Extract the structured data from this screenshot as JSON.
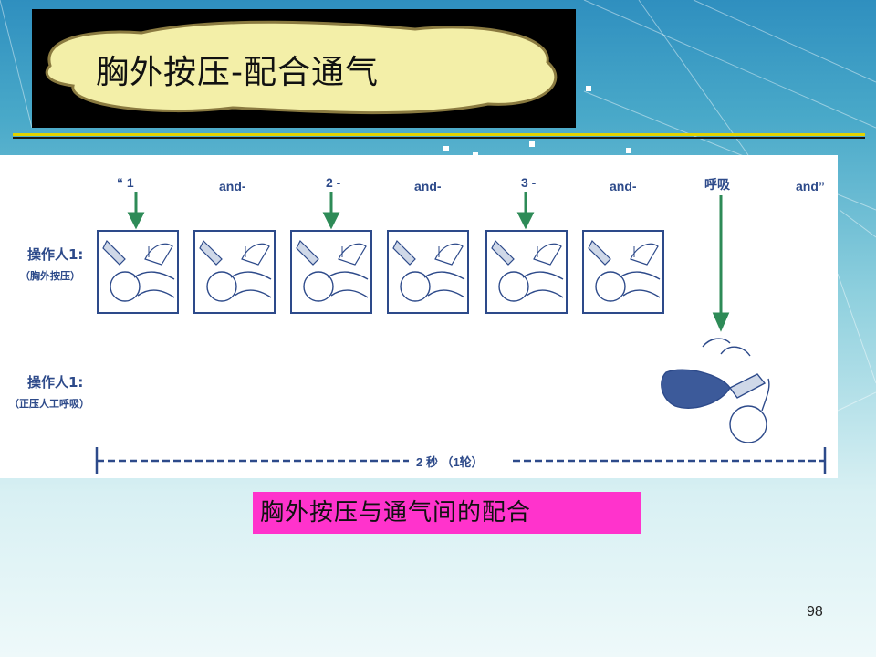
{
  "slide": {
    "title": "胸外按压-配合通气",
    "caption": "胸外按压与通气间的配合",
    "page_number": "98"
  },
  "diagram": {
    "counts": [
      "“ 1",
      "and-",
      "2 -",
      "and-",
      "3 -",
      "and-",
      "呼吸",
      "and”"
    ],
    "operator1_label": "操作人1:",
    "operator1_sub": "（胸外按压）",
    "operator2_label": "操作人1:",
    "operator2_sub": "（正压人工呼吸）",
    "timeline_label": "2 秒 （1轮）"
  },
  "colors": {
    "title_box": "#000000",
    "title_ellipse": "#f3efa8",
    "rule_accent": "#e2d200",
    "caption_bg": "#ff33cc",
    "diagram_blue": "#2d4a8a",
    "arrow_green": "#2e8b57"
  },
  "icons": [
    "chest-compression-illustration",
    "bag-mask-ventilation-illustration",
    "down-arrow-icon"
  ]
}
